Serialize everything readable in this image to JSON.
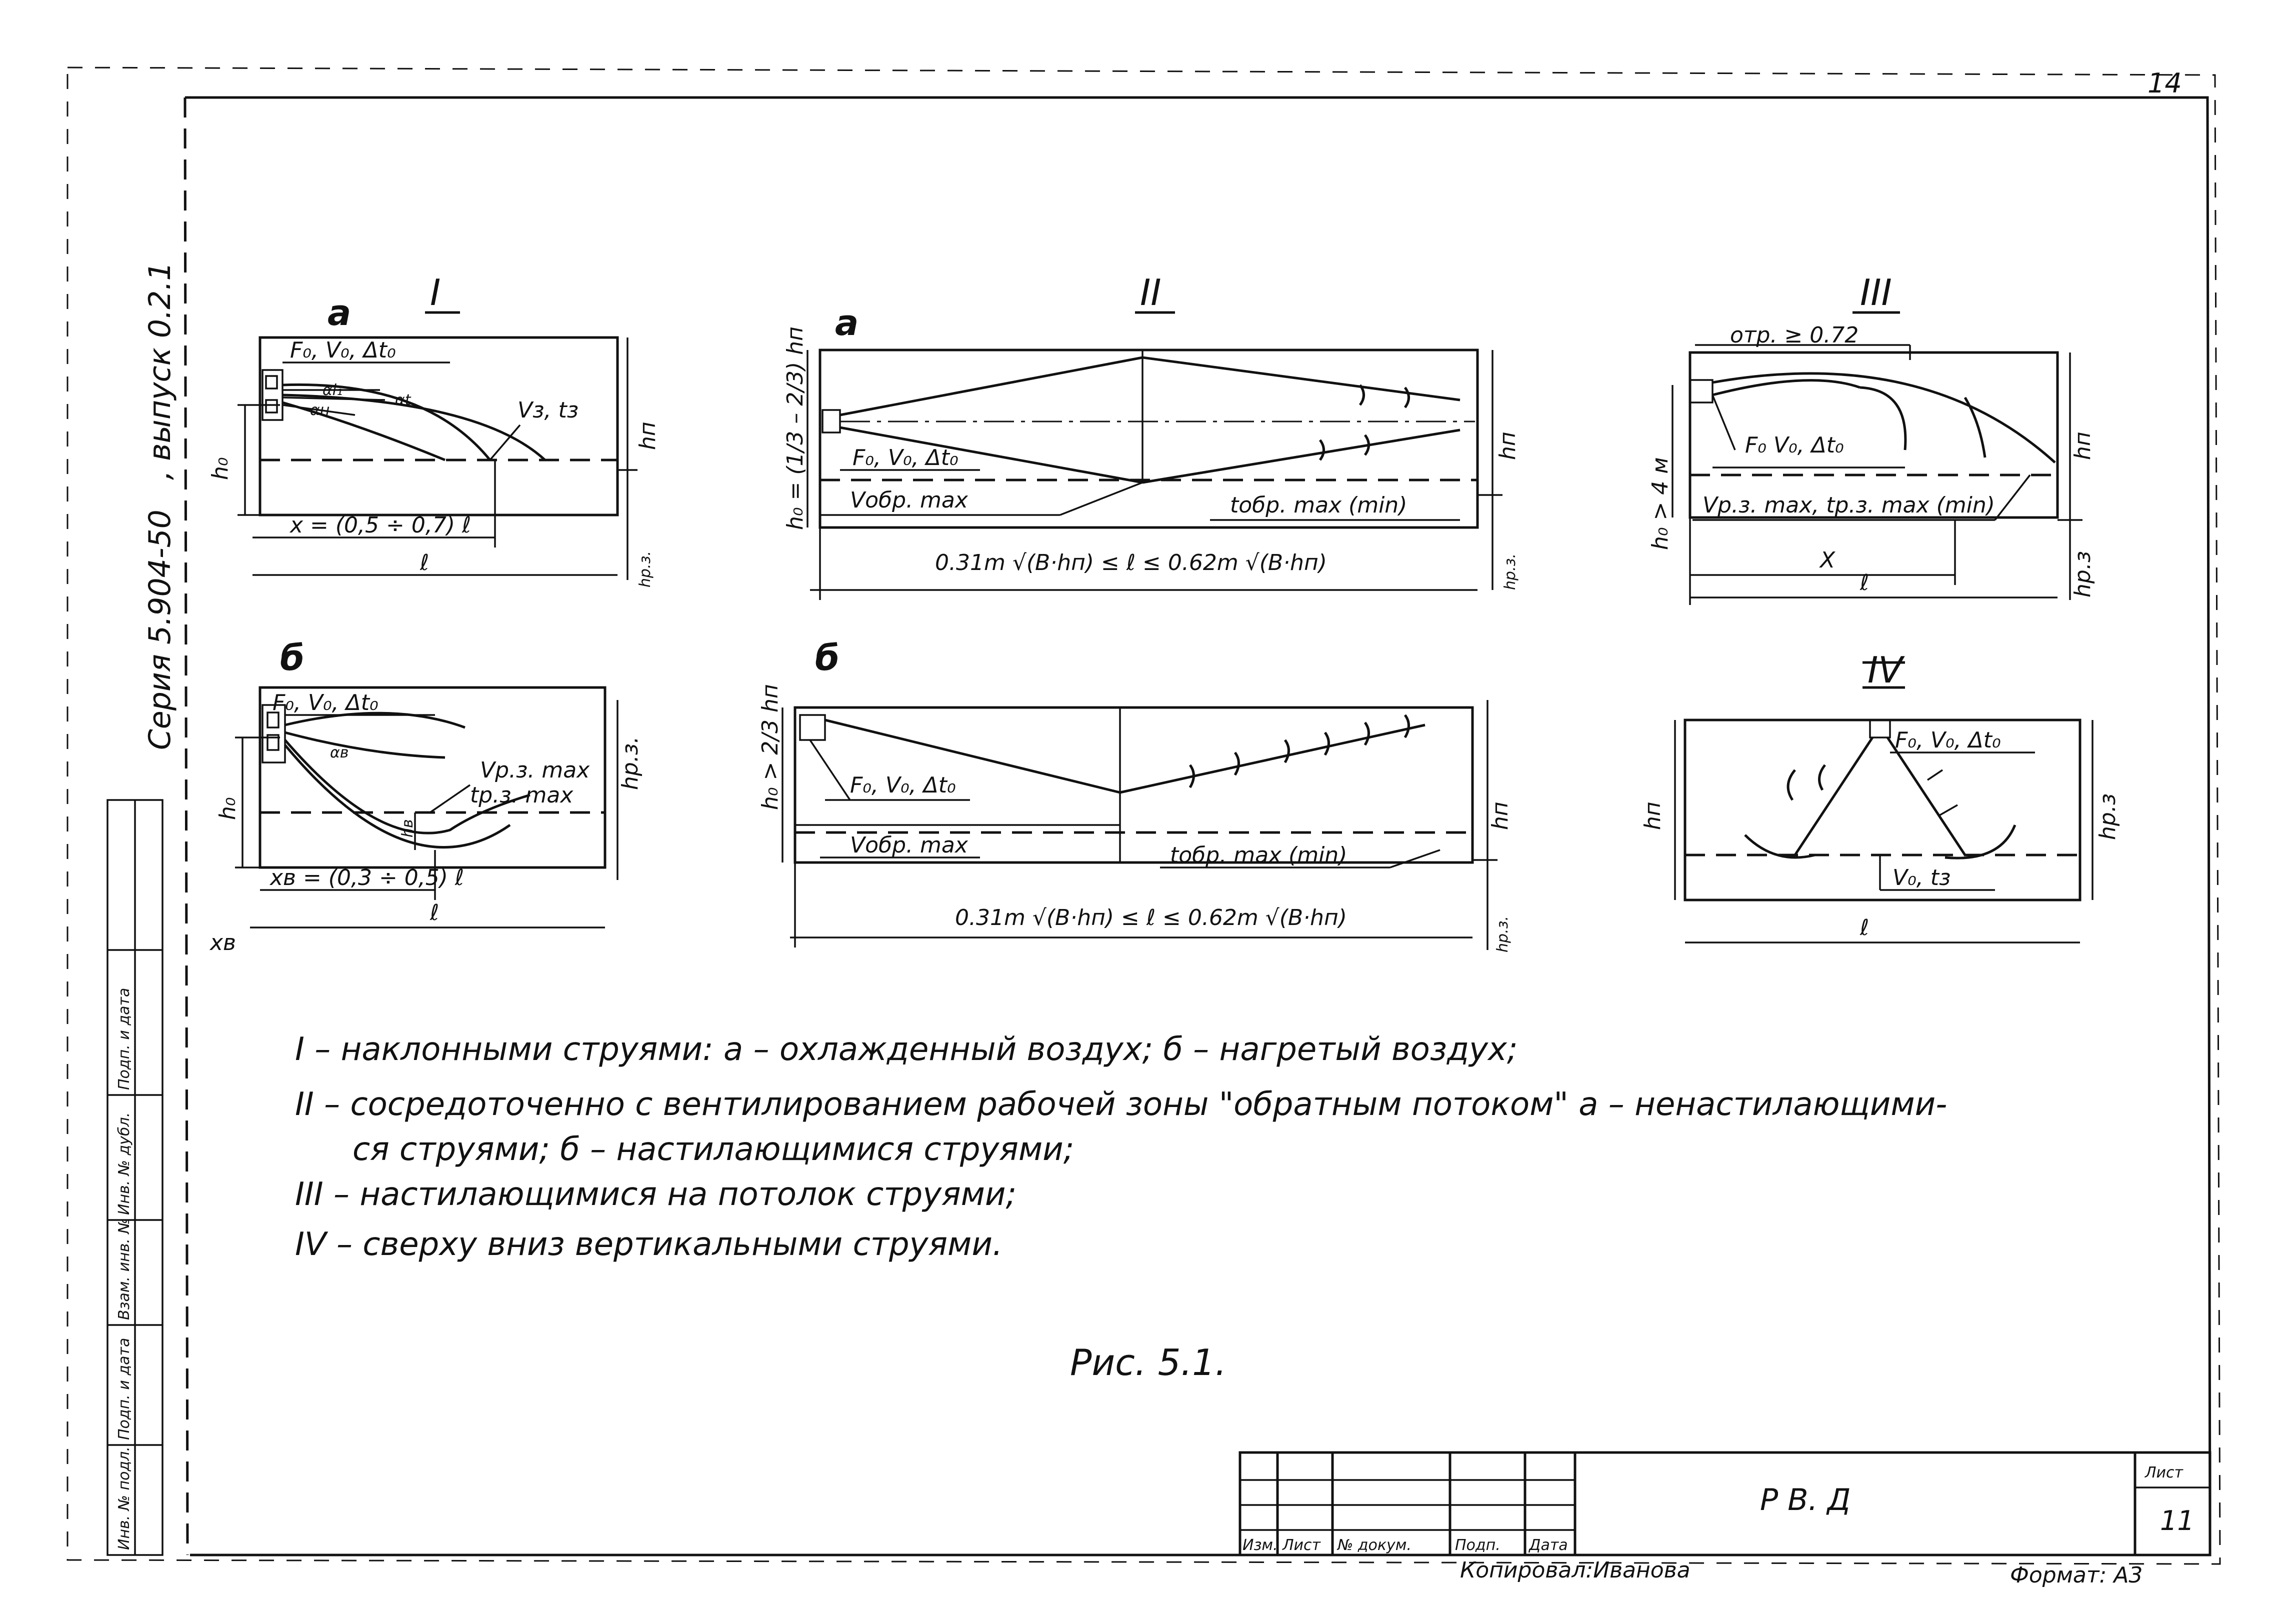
{
  "sheet": {
    "page_number": "14",
    "series": "Серия 5.904-50",
    "issue": ", выпуск 0.2.1",
    "sheet_label": "Лист",
    "sheet_number": "11",
    "format": "Формат: А3",
    "copied_by": "Копировал:Иванова",
    "doc_code": "Р В. Д"
  },
  "side_stamp": [
    "Инв. № подл.",
    "Подп. и дата",
    "Взам. инв. №",
    "Инв. № дубл.",
    "Подп. и дата"
  ],
  "title_block": {
    "columns": [
      "Изм.",
      "Лист",
      "№ докум.",
      "Подп.",
      "Дата"
    ]
  },
  "diagrams": {
    "I": {
      "numeral": "I",
      "a": {
        "letter": "а",
        "supply": "F₀, V₀, Δt₀",
        "angle_i1": "αi₁",
        "angle_n": "αн",
        "angle_t": "αt",
        "jet_end": "Vз, tз",
        "height_h0": "h₀",
        "height_hp": "hп",
        "range": "x = (0,5 ÷ 0,7) ℓ",
        "length": "ℓ",
        "work_zone": "hр.з."
      },
      "b": {
        "letter": "б",
        "supply": "F₀, V₀, Δt₀",
        "angle": "αв",
        "jet_end_v": "Vр.з. max",
        "jet_end_t": "tр.з. max",
        "drop": "hв",
        "height_h0": "h₀",
        "range": "xв = (0,3 ÷ 0,5) ℓ",
        "length": "ℓ",
        "work_zone": "hр.з.",
        "xb": "хв"
      }
    },
    "II": {
      "numeral": "II",
      "a": {
        "letter": "а",
        "height_h0": "h₀ = (1/3 – 2/3) hп",
        "supply": "F₀, V₀, Δt₀",
        "v_return": "Vобр. max",
        "t_return": "tобр. max (min)",
        "range": "0.31m √(B·hп) ≤ ℓ ≤ 0.62m √(B·hп)",
        "height_hp": "hп",
        "work_zone": "hр.з."
      },
      "b": {
        "letter": "б",
        "height_h0": "h₀ > 2/3 hп",
        "supply": "F₀, V₀, Δt₀",
        "v_return": "Vобр. max",
        "t_return": "tобр. max (min)",
        "range": "0.31m √(B·hп) ≤ ℓ ≤ 0.62m √(B·hп)",
        "height_hp": "hп",
        "work_zone": "hр.з."
      }
    },
    "III": {
      "numeral": "III",
      "ratio": "отр. ≥ 0.72",
      "height_h0": "h₀ > 4 м",
      "supply": "F₀ V₀, Δt₀",
      "work": "Vр.з. max, tр.з. max (min)",
      "x": "X",
      "length": "ℓ",
      "height_hp": "hп",
      "work_zone": "hр.з"
    },
    "IV": {
      "numeral": "IV",
      "supply": "F₀, V₀, Δt₀",
      "end": "V₀, tз",
      "height_hp": "hп",
      "work_zone": "hр.з",
      "length": "ℓ"
    }
  },
  "legend": [
    "I – наклонными струями: а – охлажденный воздух; б – нагретый воздух;",
    "II – сосредоточенно с вентилированием рабочей зоны \"обратным потоком\" а – ненастилающими-",
    "ся струями; б – настилающимися струями;",
    "III – настилающимися на потолок струями;",
    "IV – сверху вниз вертикальными струями."
  ],
  "figure_caption": "Рис. 5.1."
}
